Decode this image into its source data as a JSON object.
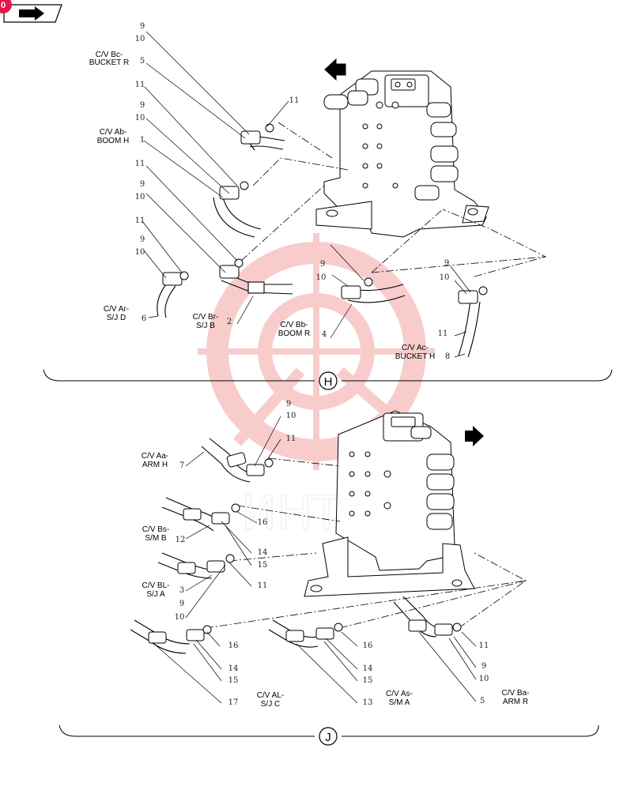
{
  "page_badge": "0",
  "watermark": "ИНТ",
  "sections": {
    "h": "H",
    "j": "J"
  },
  "labels": {
    "bc": [
      "C/V Bc-",
      "BUCKET R"
    ],
    "ab": [
      "C/V Ab-",
      "BOOM H"
    ],
    "ar": [
      "C/V Ar-",
      "S/J D"
    ],
    "br": [
      "C/V Br-",
      "S/J B"
    ],
    "bb": [
      "C/V Bb-",
      "BOOM R"
    ],
    "ac": [
      "C/V Ac-",
      "BUCKET H"
    ],
    "aa": [
      "C/V Aa-",
      "ARM H"
    ],
    "bs": [
      "C/V Bs-",
      "S/M B"
    ],
    "bl": [
      "C/V BL-",
      "S/J A"
    ],
    "al": [
      "C/V AL-",
      "S/J C"
    ],
    "as": [
      "C/V As-",
      "S/M A"
    ],
    "ba": [
      "C/V Ba-",
      "ARM R"
    ]
  },
  "callouts": {
    "h1": "9",
    "h2": "10",
    "h3": "5",
    "h4": "11",
    "h5": "9",
    "h6": "10",
    "h7": "1",
    "h8": "11",
    "h9": "9",
    "h10": "10",
    "h11": "11",
    "h12": "9",
    "h13": "10",
    "h14": "6",
    "h15": "2",
    "h16": "11",
    "h17": "9",
    "h18": "10",
    "h19": "4",
    "h20": "9",
    "h21": "10",
    "h22": "11",
    "h23": "8",
    "j1": "9",
    "j2": "10",
    "j3": "11",
    "j4": "7",
    "j5": "16",
    "j6": "12",
    "j7": "14",
    "j8": "15",
    "j9": "11",
    "j10": "3",
    "j11": "9",
    "j12": "10",
    "j13": "16",
    "j14": "14",
    "j15": "15",
    "j16": "17",
    "j17": "16",
    "j18": "14",
    "j19": "15",
    "j20": "13",
    "j21": "11",
    "j22": "9",
    "j23": "10",
    "j24": "5"
  }
}
